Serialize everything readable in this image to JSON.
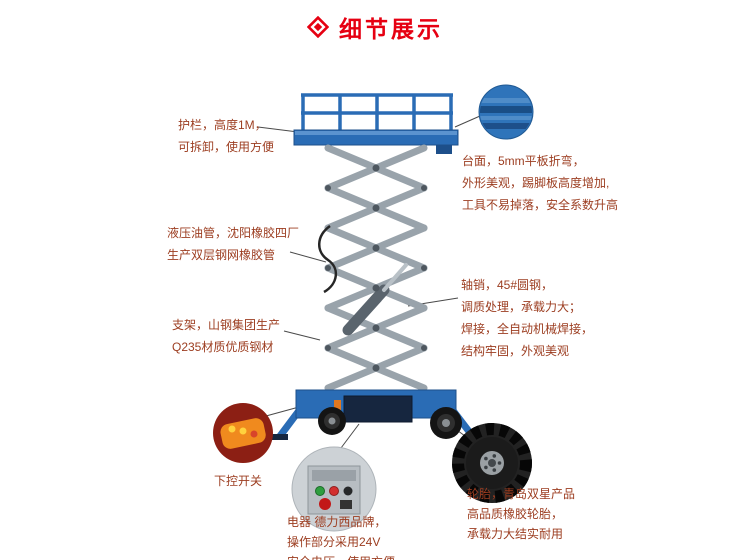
{
  "header": {
    "title": "细节展示"
  },
  "callouts": {
    "guardrail": {
      "lines": [
        "护栏，高度1M，",
        "可拆卸，使用方便"
      ]
    },
    "platform": {
      "lines": [
        "台面，5mm平板折弯，",
        "外形美观，踢脚板高度增加,",
        "工具不易掉落，安全系数升高"
      ]
    },
    "hose": {
      "lines": [
        "液压油管，沈阳橡胶四厂",
        "生产双层钢网橡胶管"
      ]
    },
    "frame": {
      "lines": [
        "支架，山钢集团生产",
        "Q235材质优质钢材"
      ]
    },
    "pin": {
      "lines": [
        "轴销，45#圆钢，",
        "调质处理，承载力大；",
        "焊接，全自动机械焊接，",
        "结构牢固，外观美观"
      ]
    },
    "lower_switch": {
      "lines": [
        "下控开关"
      ]
    },
    "electric": {
      "lines": [
        "电器 德力西品牌，",
        "操作部分采用24V",
        "安全电压，使用方便"
      ]
    },
    "tire": {
      "lines": [
        "轮胎，青岛双星产品",
        "高品质橡胶轮胎，",
        "承载力大结实耐用"
      ]
    }
  },
  "colors": {
    "accent_red": "#e60012",
    "label_text": "#9c3d20",
    "lift_blue": "#2a6cb5",
    "scissor_gray": "#99a3ab"
  }
}
